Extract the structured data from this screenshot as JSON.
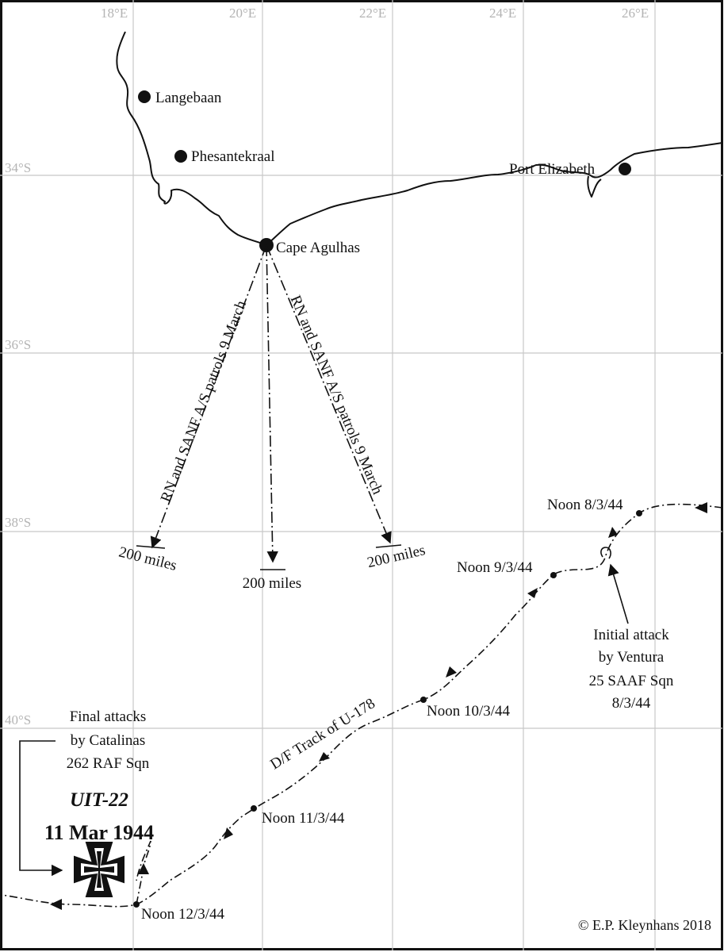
{
  "map": {
    "longitude_labels": [
      "18°E",
      "20°E",
      "22°E",
      "24°E",
      "26°E"
    ],
    "latitude_labels": [
      "34°S",
      "36°S",
      "38°S",
      "40°S"
    ],
    "places": {
      "langebaan": "Langebaan",
      "phesantekraal": "Phesantekraal",
      "cape_agulhas": "Cape Agulhas",
      "port_elizabeth": "Port Elizabeth"
    },
    "patrols": {
      "label_west": "RN and SANF A/S patrols 9 March",
      "label_east": "RN and SANF A/S patrols 9 March",
      "range_west": "200 miles",
      "range_south": "200 miles",
      "range_east": "200 miles"
    },
    "track": {
      "label": "D/F Track of U-178",
      "positions": [
        "Noon 8/3/44",
        "Noon 9/3/44",
        "Noon 10/3/44",
        "Noon 11/3/44",
        "Noon 12/3/44"
      ]
    },
    "initial_attack": [
      "Initial attack",
      "by Ventura",
      "25 SAAF Sqn",
      "8/3/44"
    ],
    "final_attacks": [
      "Final attacks",
      "by Catalinas",
      "262 RAF Sqn"
    ],
    "sinking": {
      "vessel": "UIT-22",
      "date": "11 Mar 1944",
      "symbol": "iron-cross-icon"
    },
    "copyright": "© E.P. Kleynhans 2018"
  }
}
